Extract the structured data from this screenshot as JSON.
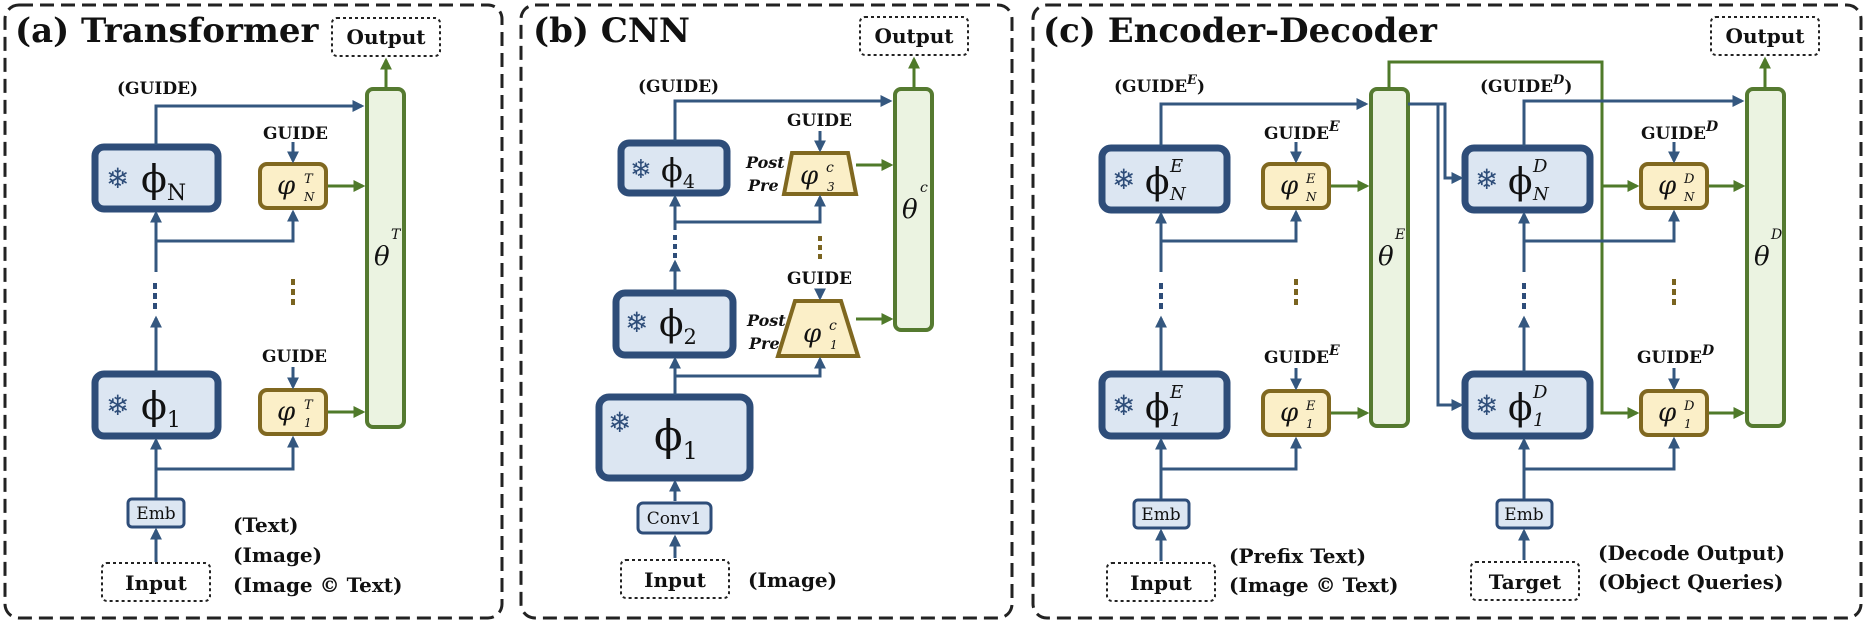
{
  "panels": {
    "a": {
      "title": "(a) Transformer",
      "output": "Output",
      "input": "Input",
      "emb": "Emb",
      "guide_top": "(GUIDE)",
      "guide1": "GUIDE",
      "guide2": "GUIDE",
      "phi_top": "ϕ",
      "phi_top_sub": "N",
      "phi_bot": "ϕ",
      "phi_bot_sub": "1",
      "adapter_sym": "φ",
      "adapter_sup": "T",
      "adapter_top_sub": "N",
      "adapter_bot_sub": "1",
      "theta": "θ",
      "theta_sup": "T",
      "notes": [
        "(Text)",
        "(Image)",
        "(Image © Text)"
      ]
    },
    "b": {
      "title": "(b) CNN",
      "output": "Output",
      "input": "Input",
      "conv": "Conv1",
      "guide_top": "(GUIDE)",
      "guide1": "GUIDE",
      "guide2": "GUIDE",
      "phi4": "ϕ",
      "phi4_sub": "4",
      "phi2": "ϕ",
      "phi2_sub": "2",
      "phi1": "ϕ",
      "phi1_sub": "1",
      "adapter_sym": "φ",
      "adapter_sup": "c",
      "adapter_top_sub": "3",
      "adapter_bot_sub": "1",
      "post": "Post",
      "pre": "Pre",
      "theta": "θ",
      "theta_sup": "c",
      "note": "(Image)"
    },
    "c": {
      "title": "(c) Encoder-Decoder",
      "output": "Output",
      "input": "Input",
      "target": "Target",
      "emb": "Emb",
      "guide_enc_top": "(GUIDE",
      "guide_enc_top_sup": "E",
      "guide_dec_top": "(GUIDE",
      "guide_dec_top_sup": "D",
      "close_paren": ")",
      "guide": "GUIDE",
      "sup_e": "E",
      "sup_d": "D",
      "phi": "ϕ",
      "sub_n": "N",
      "sub_1": "1",
      "adapter_sym": "φ",
      "theta": "θ",
      "enc_notes": [
        "(Prefix Text)",
        "(Image © Text)"
      ],
      "dec_notes": [
        "(Decode Output)",
        "(Object Queries)"
      ]
    }
  },
  "icons": [
    "snowflake-icon"
  ],
  "colors": {
    "frozen_fill": "#dce6f2",
    "frozen_stroke": "#2e4d79",
    "adapter_fill": "#fbefc8",
    "adapter_stroke": "#806820",
    "theta_fill": "#ebf3e1",
    "theta_stroke": "#557a30"
  }
}
